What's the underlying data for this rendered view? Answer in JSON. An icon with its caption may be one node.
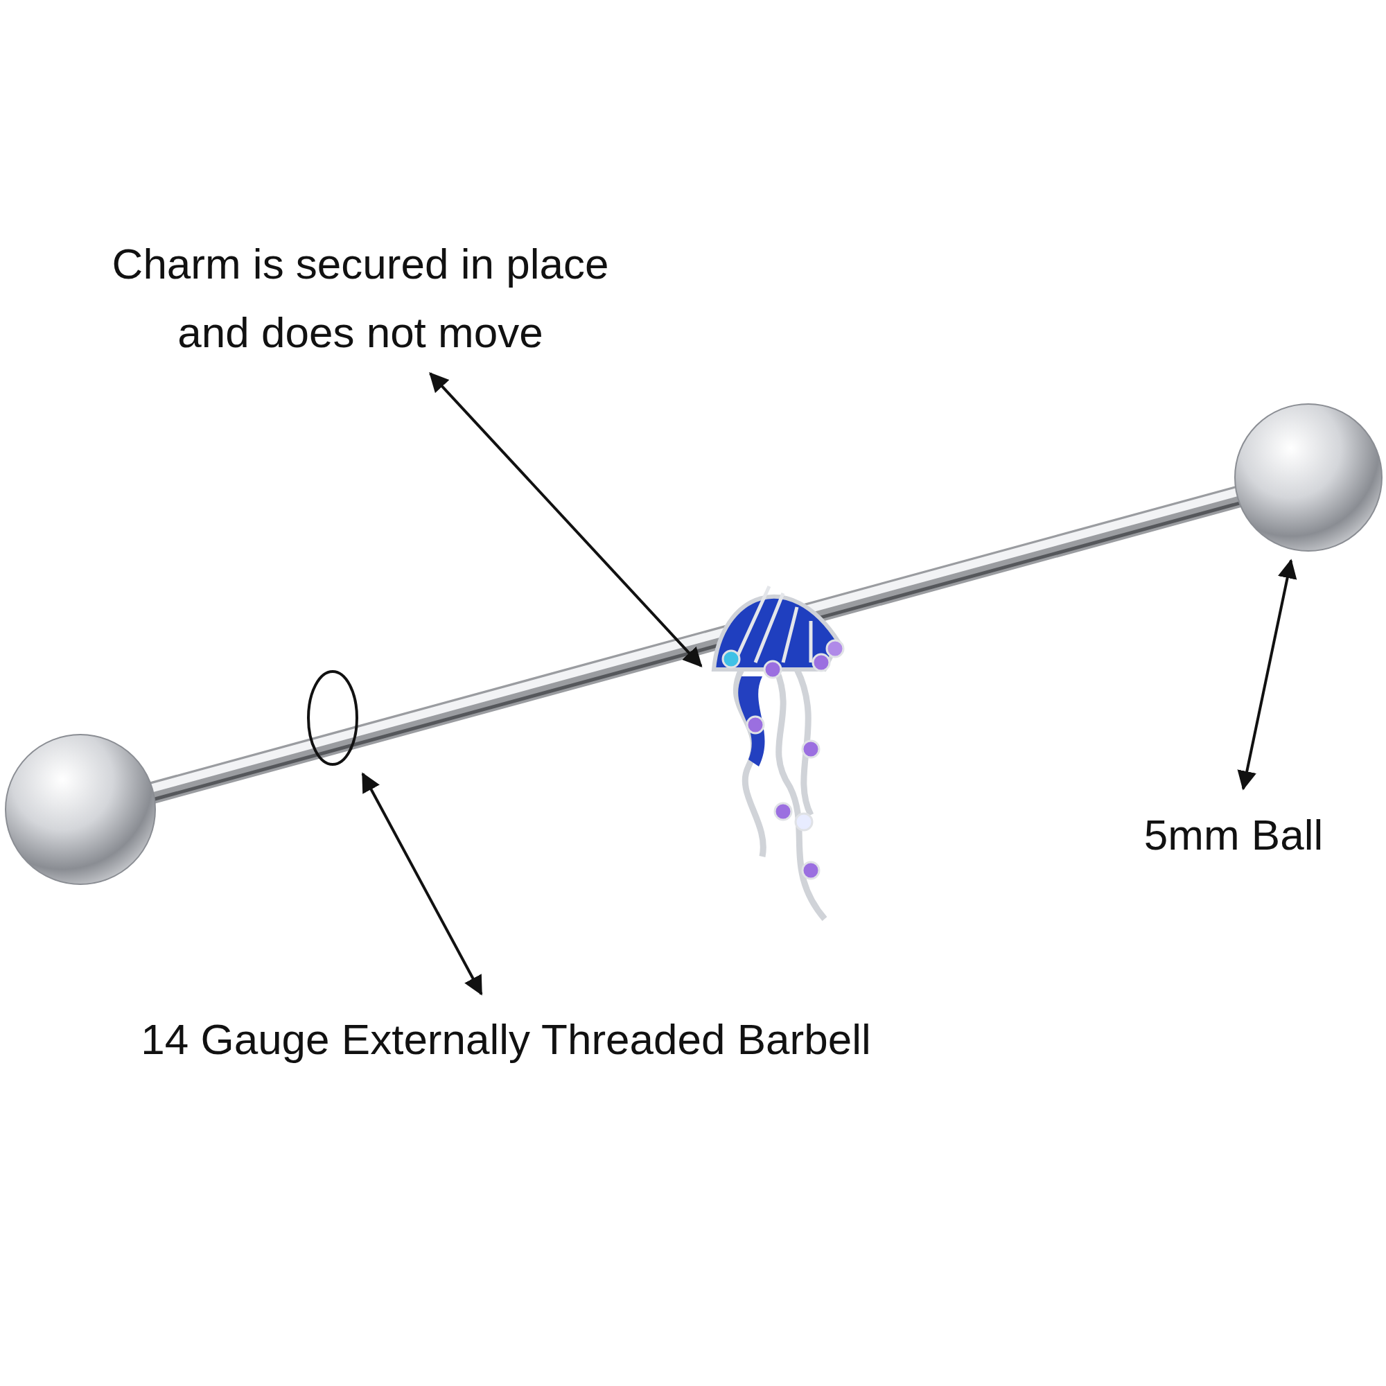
{
  "diagram": {
    "nodes": [
      {
        "text": [
          "Charm is secured in place and does not move"
        ]
      },
      {
        "text": [],
        "shape": "picture"
      },
      {
        "text": [],
        "shape": "picture"
      },
      {
        "text": [
          "5mm Ball"
        ]
      },
      {
        "text": [],
        "shape": "circle"
      },
      {
        "text": [
          "14 Gauge Externally Threaded Barbell"
        ]
      }
    ],
    "edges": [
      {
        "from": 0,
        "to": 1,
        "arrow": "both"
      },
      {
        "from": 3,
        "to": 2,
        "arrow": "both"
      },
      {
        "from": 5,
        "to": 4,
        "arrow": "both"
      }
    ]
  }
}
